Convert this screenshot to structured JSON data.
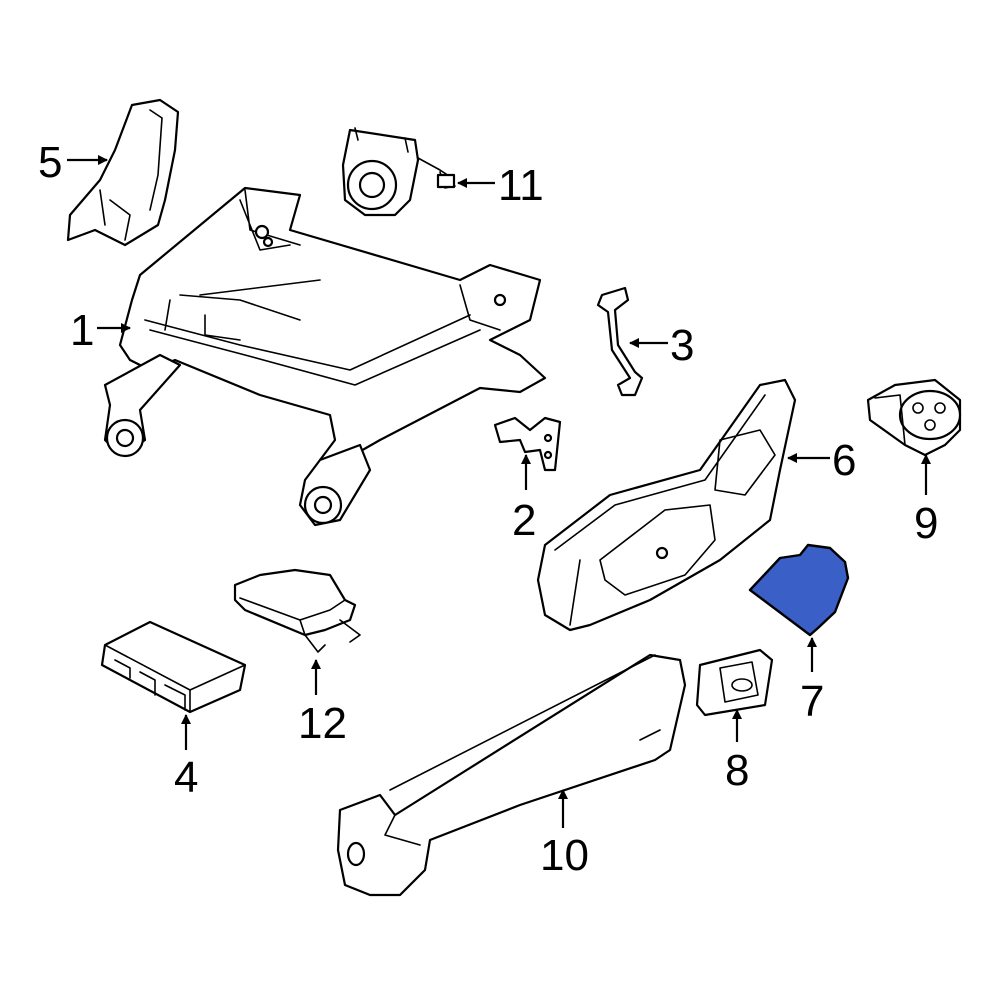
{
  "callouts": [
    {
      "id": "1",
      "label": "1"
    },
    {
      "id": "2",
      "label": "2"
    },
    {
      "id": "3",
      "label": "3"
    },
    {
      "id": "4",
      "label": "4"
    },
    {
      "id": "5",
      "label": "5"
    },
    {
      "id": "6",
      "label": "6"
    },
    {
      "id": "7",
      "label": "7"
    },
    {
      "id": "8",
      "label": "8"
    },
    {
      "id": "9",
      "label": "9"
    },
    {
      "id": "10",
      "label": "10"
    },
    {
      "id": "11",
      "label": "11"
    },
    {
      "id": "12",
      "label": "12"
    }
  ],
  "highlight": {
    "part": "7",
    "color": "#3a5fc6"
  }
}
